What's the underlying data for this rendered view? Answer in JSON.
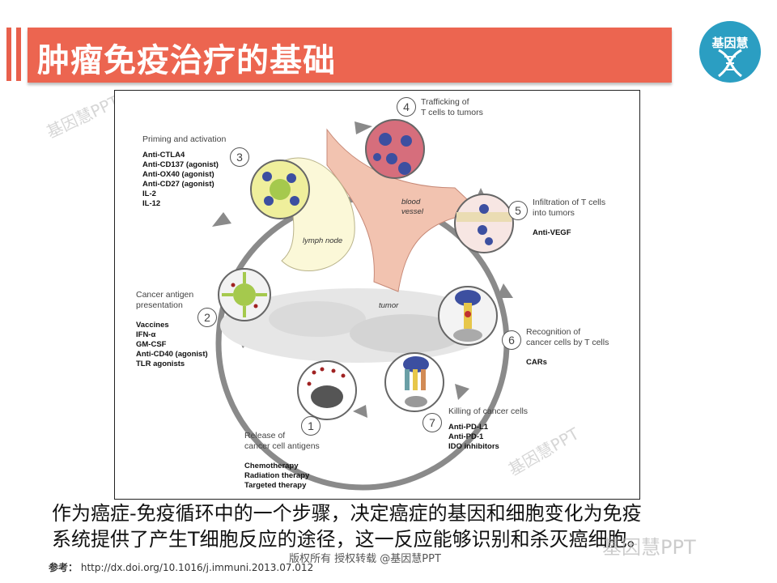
{
  "header": {
    "title": "肿瘤免疫治疗的基础",
    "logo_text": "基因慧"
  },
  "figure": {
    "steps": [
      {
        "number": "1",
        "label": "Release of\ncancer cell antigens",
        "agents": "Chemotherapy\nRadiation therapy\nTargeted therapy"
      },
      {
        "number": "2",
        "label": "Cancer antigen\npresentation",
        "agents": "Vaccines\nIFN-α\nGM-CSF\nAnti-CD40 (agonist)\nTLR agonists"
      },
      {
        "number": "3",
        "label": "Priming and activation",
        "agents": "Anti-CTLA4\nAnti-CD137 (agonist)\nAnti-OX40 (agonist)\nAnti-CD27 (agonist)\nIL-2\nIL-12"
      },
      {
        "number": "4",
        "label": "Trafficking of\nT cells to tumors",
        "agents": ""
      },
      {
        "number": "5",
        "label": "Infiltration of T cells\ninto tumors",
        "agents": "Anti-VEGF"
      },
      {
        "number": "6",
        "label": "Recognition of\ncancer cells by T cells",
        "agents": "CARs"
      },
      {
        "number": "7",
        "label": "Killing of cancer cells",
        "agents": "Anti-PD-L1\nAnti-PD-1\nIDO inhibitors"
      }
    ],
    "lymph_node_label": "lymph node",
    "blood_vessel_label": "blood\nvessel",
    "tumor_label": "tumor"
  },
  "caption": "作为癌症-免疫循环中的一个步骤，决定癌症的基因和细胞变化为免疫\n系统提供了产生T细胞反应的途径，这一反应能够识别和杀灭癌细胞。",
  "reference": {
    "label": "参考：",
    "url": "http://dx.doi.org/10.1016/j.immuni.2013.07.012"
  },
  "copyright": "版权所有  授权转载  @基因慧PPT",
  "watermarks": {
    "top_left": "基因慧PPT",
    "bottom_right": "基因慧PPT",
    "figure": "基因慧PPT"
  }
}
